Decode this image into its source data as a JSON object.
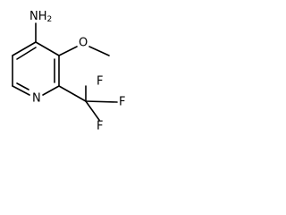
{
  "structure": {
    "amino_label": "NH",
    "amino_subscript": "2",
    "methoxy_oxygen_label": "O",
    "ring_nitrogen_label": "N",
    "fluorine_top_label": "F",
    "fluorine_right_label": "F",
    "fluorine_bottom_label": "F"
  }
}
